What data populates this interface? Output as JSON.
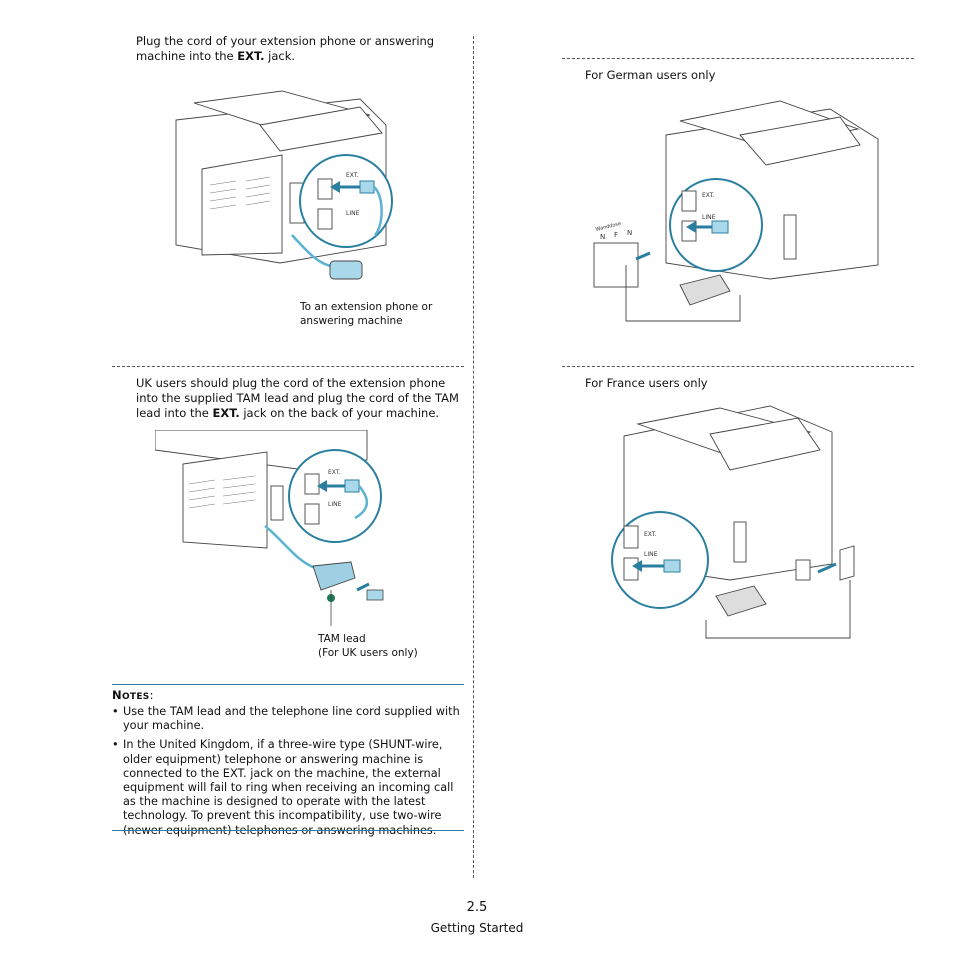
{
  "left": {
    "step1": {
      "text_before": "Plug the cord of your extension phone or answering machine into the ",
      "bold": "EXT.",
      "text_after": " jack.",
      "caption_line1": "To an extension phone or",
      "caption_line2": "answering machine"
    },
    "step2": {
      "text_before": "UK users should plug the cord of the extension phone into the supplied TAM lead and plug the cord of the TAM lead into the ",
      "bold": "EXT.",
      "text_after": " jack on the back of your machine.",
      "caption_line1": "TAM lead",
      "caption_line2": "(For UK users only)"
    },
    "notes": {
      "heading_initial": "N",
      "heading_rest": "OTES",
      "heading_colon": ":",
      "items": [
        "Use the TAM lead and the telephone line cord supplied with your machine.",
        "In the United Kingdom, if a three-wire type (SHUNT-wire, older equipment) telephone or answering machine is connected to the EXT. jack on the machine, the external equipment will fail to ring when receiving an incoming call as the machine is designed to operate with the latest technology. To prevent this incompatibility, use two-wire (newer equipment) telephones or answering machines."
      ]
    }
  },
  "right": {
    "german": {
      "label": "For German users only",
      "wall_label": "Wanddose",
      "wall_letters": [
        "N",
        "F",
        "N"
      ]
    },
    "france": {
      "label": "For France users only"
    }
  },
  "jack_labels": {
    "ext": "EXT.",
    "line": "LINE"
  },
  "footer": {
    "page_number": "2.5",
    "chapter": "Getting Started"
  },
  "colors": {
    "accent": "#2a7fa0",
    "cable": "#5bb3d4",
    "connector": "#a9d8ea"
  }
}
